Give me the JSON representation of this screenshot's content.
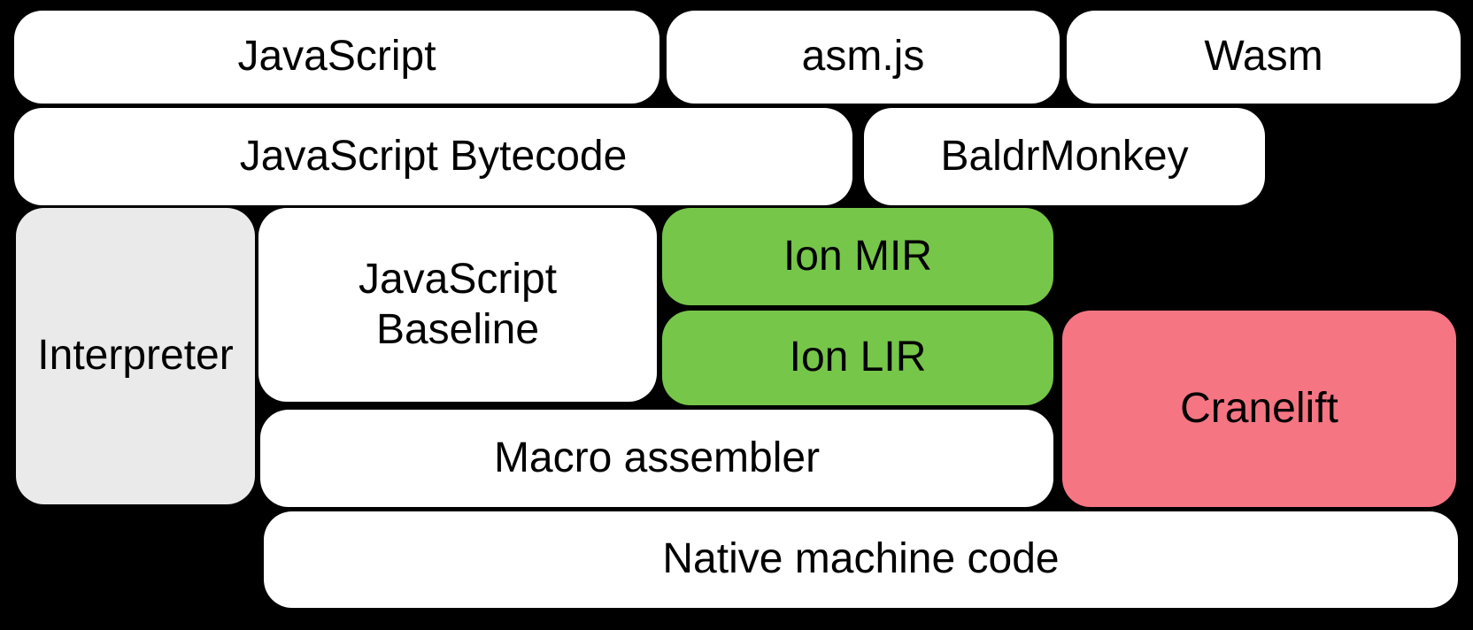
{
  "colors": {
    "background": "#000000",
    "box_white": "#FFFFFF",
    "box_gray": "#EAEAEA",
    "box_green": "#76C64A",
    "box_pink": "#F67583",
    "text": "#000000"
  },
  "diagram": {
    "nodes": {
      "javascript": {
        "label": "JavaScript",
        "fill": "#FFFFFF"
      },
      "asmjs": {
        "label": "asm.js",
        "fill": "#FFFFFF"
      },
      "wasm": {
        "label": "Wasm",
        "fill": "#FFFFFF"
      },
      "bytecode": {
        "label": "JavaScript Bytecode",
        "fill": "#FFFFFF"
      },
      "baldrmonkey": {
        "label": "BaldrMonkey",
        "fill": "#FFFFFF"
      },
      "interpreter": {
        "label": "Interpreter",
        "fill": "#EAEAEA"
      },
      "baseline": {
        "label": "JavaScript\nBaseline",
        "fill": "#FFFFFF"
      },
      "ionmir": {
        "label": "Ion MIR",
        "fill": "#76C64A"
      },
      "ionlir": {
        "label": "Ion LIR",
        "fill": "#76C64A"
      },
      "cranelift": {
        "label": "Cranelift",
        "fill": "#F67583"
      },
      "macro": {
        "label": "Macro assembler",
        "fill": "#FFFFFF"
      },
      "native": {
        "label": "Native machine code",
        "fill": "#FFFFFF"
      }
    }
  }
}
